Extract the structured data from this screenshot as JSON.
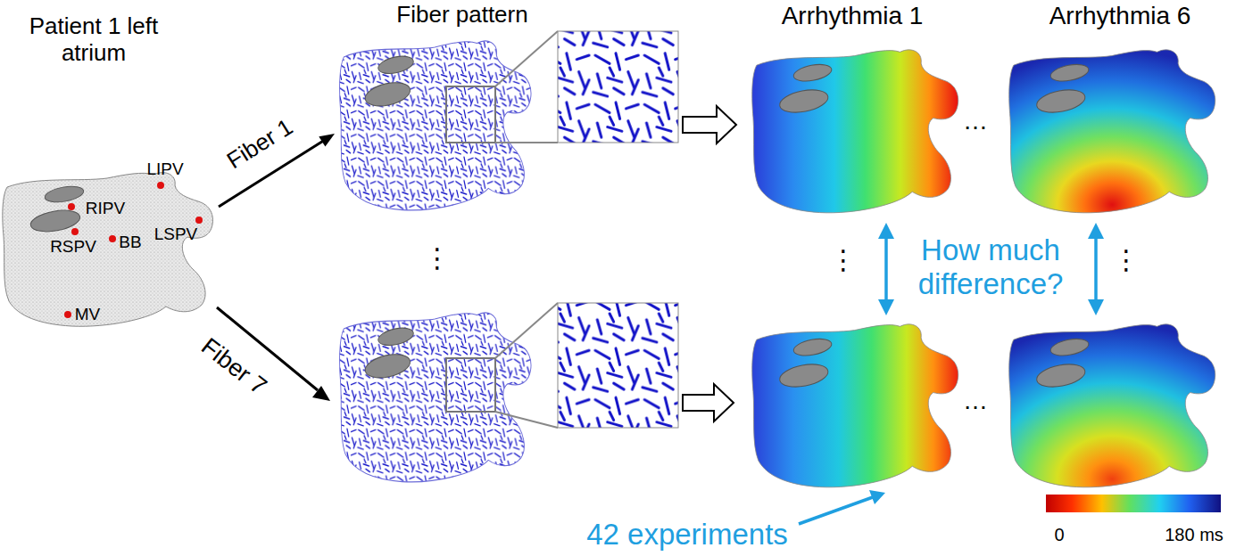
{
  "diagram": {
    "nodes": [
      {
        "text": [
          "Patient 1 left atrium"
        ]
      },
      {
        "text": [
          "Fiber pattern"
        ]
      },
      {
        "text": [
          "Arrhythmia 1"
        ]
      },
      {
        "text": [
          "Arrhythmia 6"
        ]
      }
    ],
    "edges": [
      {
        "from": 0,
        "to": 1,
        "arrow": "to",
        "label": "Fiber 1"
      },
      {
        "from": 1,
        "to": 2,
        "arrow": "to"
      }
    ],
    "labels": [
      "RIPV",
      "LIPV",
      "RSPV",
      "BB",
      "LSPV",
      "MV",
      "Fiber 7",
      "⋮",
      "⋮",
      "⋮",
      "…",
      "…",
      "How much difference?",
      "42 experiments",
      "0",
      "180 ms"
    ]
  }
}
